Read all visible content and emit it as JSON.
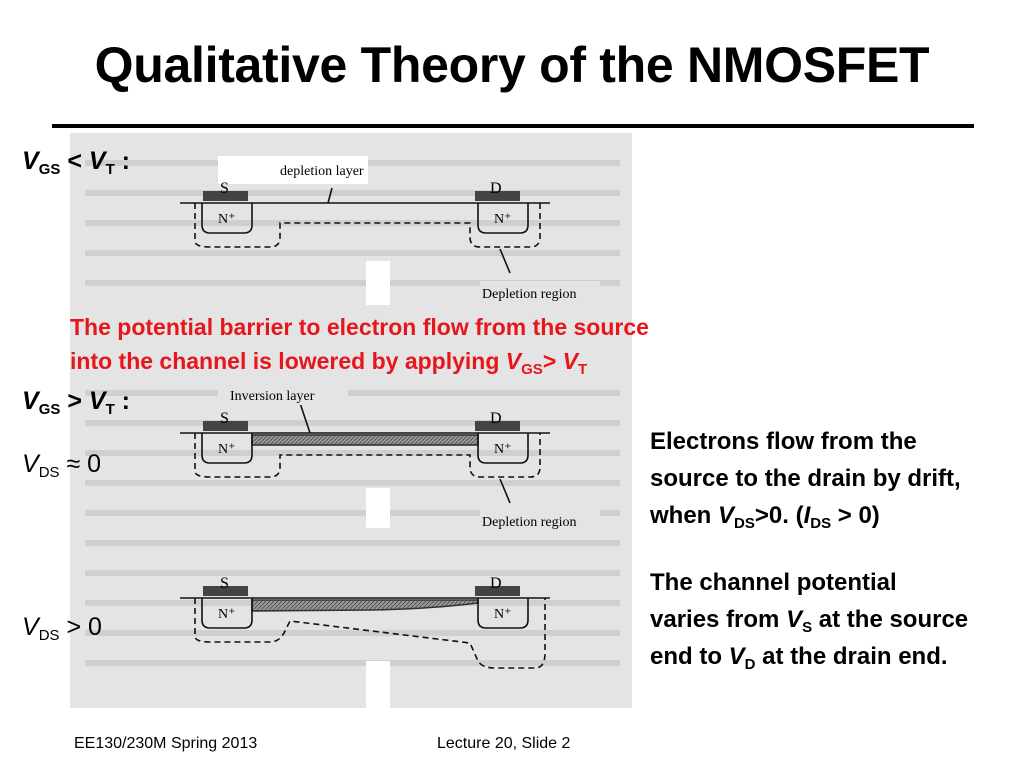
{
  "slide": {
    "title": "Qualitative Theory of the NMOSFET",
    "conditions": {
      "c1": {
        "v": "V",
        "gs": "GS",
        "lt": " < ",
        "vt": "V",
        "t": "T",
        "colon": " :"
      },
      "c2": {
        "v": "V",
        "gs": "GS",
        "gt": " > ",
        "vt": "V",
        "t": "T",
        "colon": " :"
      },
      "c3": {
        "v": "V",
        "ds": "DS",
        "approx": " ≈ 0"
      },
      "c4": {
        "v": "V",
        "ds": "DS",
        "gt0": " > 0"
      }
    },
    "red_note": {
      "line1": "The potential barrier to electron flow from the source",
      "line2a": "into the channel is lowered by applying ",
      "v": "V",
      "gs": "GS",
      "gt": "> ",
      "vt": "V",
      "t": "T"
    },
    "right_1": {
      "l1": "Electrons flow from the",
      "l2": "source to the drain by drift,",
      "l3a": "when ",
      "v": "V",
      "ds": "DS",
      "l3b": ">0.  (",
      "i": "I",
      "ids": "DS",
      "l3c": " > 0)"
    },
    "right_2": {
      "l1": "The channel potential",
      "l2a": "varies from ",
      "v": "V",
      "s": "S",
      "l2b": " at the source",
      "l3a": "end to ",
      "vd": "V",
      "d": "D",
      "l3b": " at the drain end."
    },
    "footer": {
      "left": "EE130/230M Spring 2013",
      "center": "Lecture 20, Slide 2"
    }
  },
  "figure": {
    "depletion_layer_label": "depletion layer",
    "inversion_layer_label": "Inversion layer",
    "depletion_region_label": "Depletion region",
    "source_label": "S",
    "drain_label": "D",
    "nplus_label": "N⁺"
  }
}
